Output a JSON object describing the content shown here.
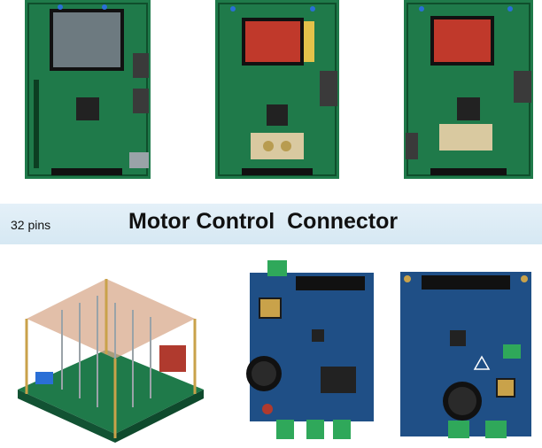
{
  "banner": {
    "pins_label": "32 pins",
    "title": "Motor Control  Connector"
  },
  "photos": {
    "top_row": [
      "eval-board-1",
      "eval-board-2",
      "eval-board-3"
    ],
    "bottom_row": [
      "power-stage-enclosed",
      "power-stage-board-blue-1",
      "power-stage-board-blue-2"
    ]
  },
  "colors": {
    "pcb_green": "#1f7a4a",
    "pcb_blue": "#1f4f86",
    "banner": "#dbeaf4",
    "lcd": "#c0392b"
  }
}
